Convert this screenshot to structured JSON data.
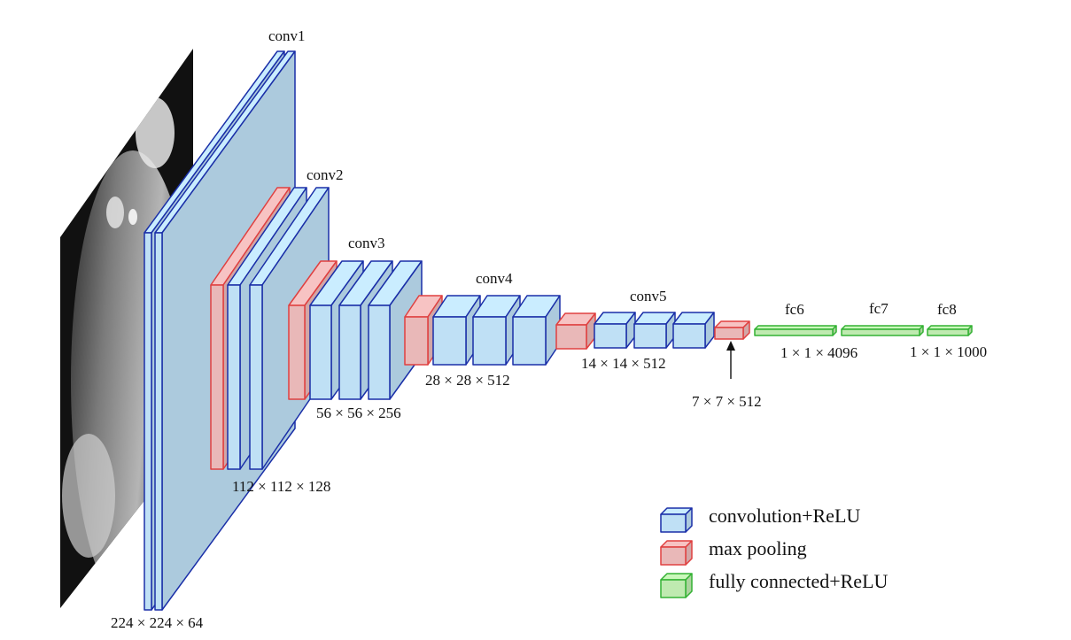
{
  "colors": {
    "conv_fill": "#bfe0f5",
    "conv_stroke": "#1a2fa8",
    "pool_fill": "#e9b8b8",
    "pool_stroke": "#e04040",
    "fc_fill": "#bfeab0",
    "fc_stroke": "#34b234"
  },
  "layers": {
    "conv1": "conv1",
    "conv2": "conv2",
    "conv3": "conv3",
    "conv4": "conv4",
    "conv5": "conv5",
    "fc6": "fc6",
    "fc7": "fc7",
    "fc8": "fc8"
  },
  "dims": {
    "d224": "224 × 224 × 64",
    "d112": "112 × 112 × 128",
    "d56": "56 × 56 × 256",
    "d28": "28 × 28 × 512",
    "d14": "14 × 14 × 512",
    "d7": "7 × 7 × 512",
    "d4096": "1 × 1 × 4096",
    "d1000": "1 × 1 × 1000"
  },
  "legend": {
    "conv": "convolution+ReLU",
    "pool": "max pooling",
    "fc": "fully connected+ReLU"
  }
}
